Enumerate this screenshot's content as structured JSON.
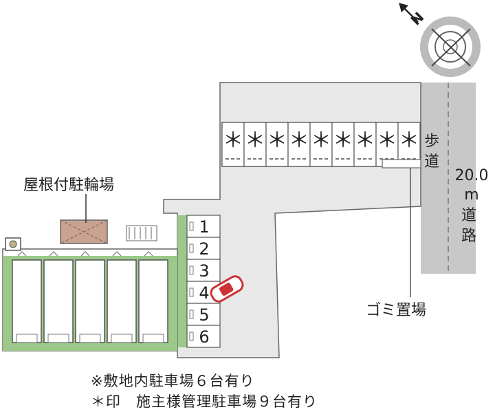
{
  "colors": {
    "road": "#c8c8c8",
    "lot": "#e8e8e8",
    "grass": "#9cc98a",
    "bike_roof": "#c9a290",
    "car": "#cc3333",
    "outline": "#555555"
  },
  "compass": {
    "label": "N"
  },
  "road": {
    "width_label": "20.0",
    "unit": "m",
    "suffix": "道路"
  },
  "sidewalk": {
    "label": "歩道"
  },
  "bike_parking": {
    "label": "屋根付駐輪場"
  },
  "garbage": {
    "label": "ゴミ置場"
  },
  "owner_spaces": {
    "marker": "＊",
    "count": 9
  },
  "resident_spaces": [
    "1",
    "2",
    "3",
    "4",
    "5",
    "6"
  ],
  "notes": [
    "※敷地内駐車場６台有り",
    "＊印　施主様管理駐車場９台有り"
  ]
}
